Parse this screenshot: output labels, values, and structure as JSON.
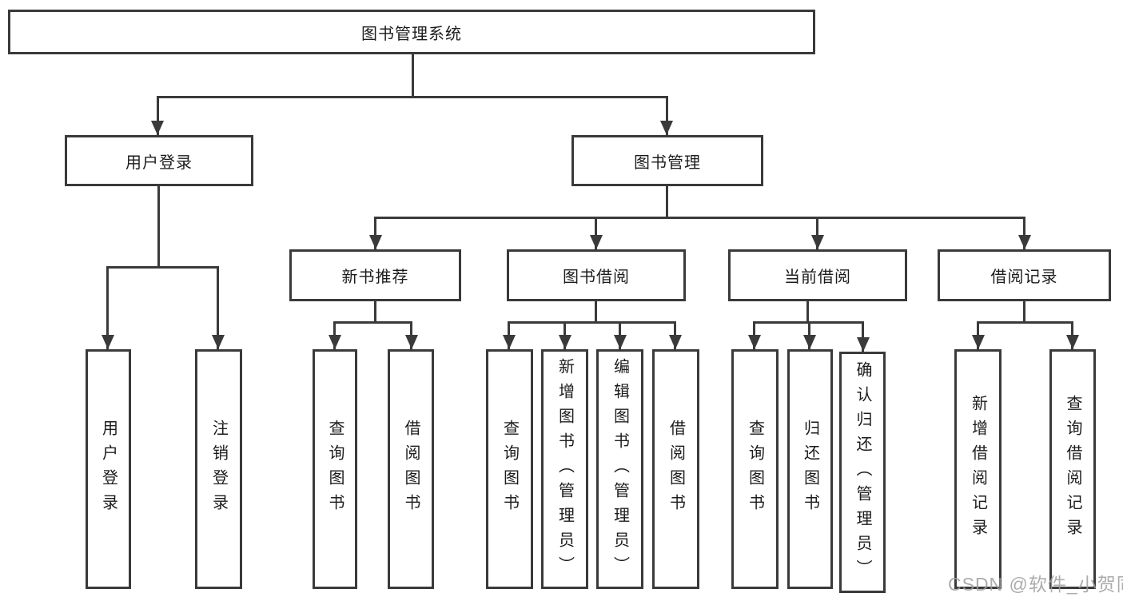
{
  "diagram_title": "图书管理系统",
  "tree": {
    "label": "图书管理系统",
    "children": [
      {
        "label": "用户登录",
        "children": [
          {
            "label": "用户登录"
          },
          {
            "label": "注销登录"
          }
        ]
      },
      {
        "label": "图书管理",
        "children": [
          {
            "label": "新书推荐",
            "children": [
              {
                "label": "查询图书"
              },
              {
                "label": "借阅图书"
              }
            ]
          },
          {
            "label": "图书借阅",
            "children": [
              {
                "label": "查询图书"
              },
              {
                "label": "新增图书（管理员）"
              },
              {
                "label": "编辑图书（管理员）"
              },
              {
                "label": "借阅图书"
              }
            ]
          },
          {
            "label": "当前借阅",
            "children": [
              {
                "label": "查询图书"
              },
              {
                "label": "归还图书"
              },
              {
                "label": "确认归还（管理员）"
              }
            ]
          },
          {
            "label": "借阅记录",
            "children": [
              {
                "label": "新增借阅记录"
              },
              {
                "label": "查询借阅记录"
              }
            ]
          }
        ]
      }
    ]
  },
  "colors": {
    "line": "#3a3a3a",
    "text": "#1c1c1c",
    "background": "#ffffff",
    "watermark": "#9e9e9e"
  },
  "watermark": {
    "text": "CSDN @软件_小贺同学"
  }
}
